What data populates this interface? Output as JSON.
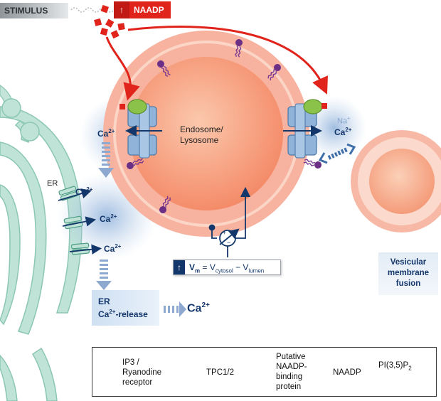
{
  "stimulus_label": "STIMULUS",
  "naadp_badge": {
    "arrow": "↑",
    "label": "NAADP"
  },
  "organelle_label_line1": "Endosome/",
  "organelle_label_line2": "Lysosome",
  "er_label": "ER",
  "ions": {
    "ca_left_pore": "Ca",
    "ca_er1": "Ca",
    "ca_er2": "Ca",
    "ca_er3": "Ca",
    "ca_right_pore": "Ca",
    "charge": "2+",
    "na": "Na",
    "na_charge": "+"
  },
  "membrane_potential": {
    "arrow": "↑",
    "v": "V",
    "sub_m": "m",
    "equals": " = V",
    "sub_cytosol": "cytosol",
    "minus": " − V",
    "sub_lumen": "lumen"
  },
  "er_release": {
    "line1": "ER",
    "line2_ca": "Ca",
    "line2_charge": "2+",
    "line2_rest": "-release",
    "result_ca": "Ca",
    "result_charge": "2+"
  },
  "fusion_label": {
    "line1": "Vesicular",
    "line2": "membrane",
    "line3": "fusion"
  },
  "legend": {
    "ip3_line1": "IP3 /",
    "ip3_line2": "Ryanodine",
    "ip3_line3": "receptor",
    "tpc": "TPC1/2",
    "binding_line1": "Putative",
    "binding_line2": "NAADP-",
    "binding_line3": "binding",
    "binding_line4": "protein",
    "naadp": "NAADP",
    "pip_text": "PI(3,5)P",
    "pip_sub": "2"
  },
  "colors": {
    "naadp_red": "#e0241b",
    "organelle_outer": "#f7b3a0",
    "organelle_core": "#f58d6b",
    "er_green": "#bfe3d7",
    "channel_blue": "#7fa6cf",
    "label_navy": "#14376b",
    "binding_green": "#7cb342"
  }
}
